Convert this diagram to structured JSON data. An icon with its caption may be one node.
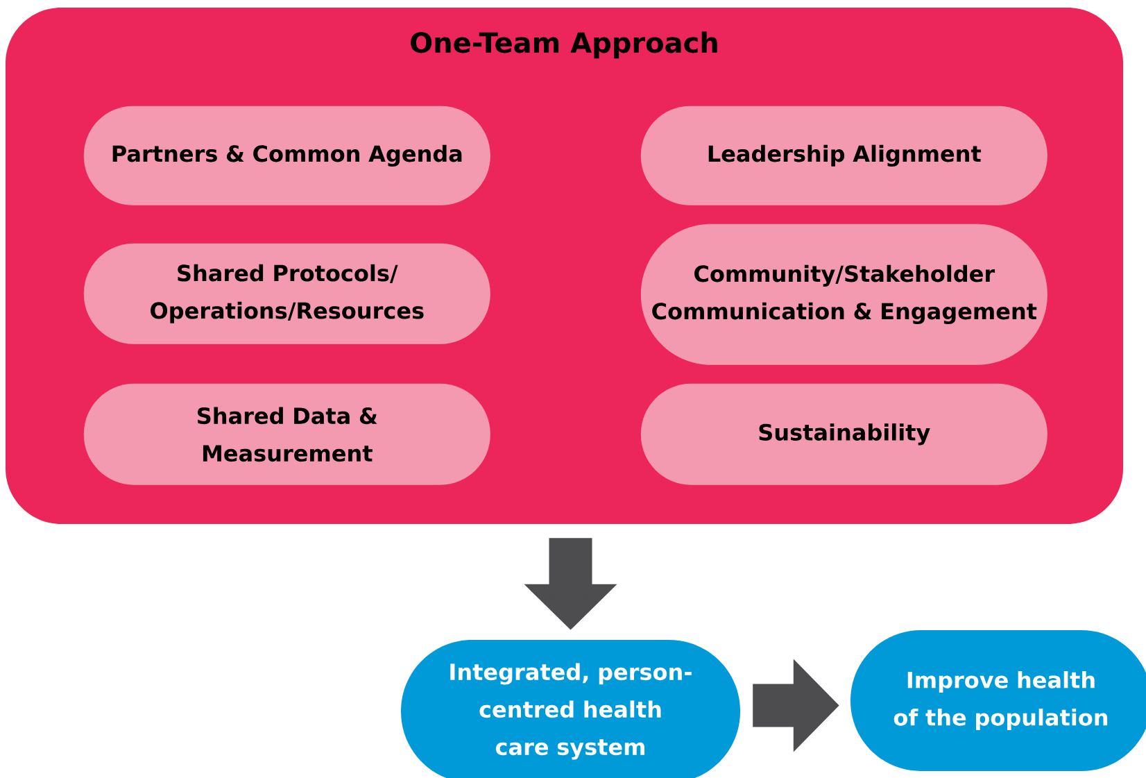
{
  "diagram": {
    "nodes": [
      {
        "text": [
          "One-Team Approach"
        ]
      },
      {
        "text": [
          "Partners & Common Agenda"
        ],
        "in": 0
      },
      {
        "text": [
          "Leadership Alignment"
        ],
        "in": 0
      },
      {
        "text": [
          "Shared Protocols/ Operations/Resources"
        ],
        "in": 0
      },
      {
        "text": [
          "Community/Stakeholder Communication & Engagement"
        ],
        "in": 0
      },
      {
        "text": [
          "Shared Data & Measurement"
        ],
        "in": 0
      },
      {
        "text": [
          "Sustainability"
        ],
        "in": 0
      },
      {
        "text": [
          "Integrated, person-centred health care system"
        ]
      },
      {
        "text": [
          "Improve health of the population"
        ]
      }
    ],
    "edges": [
      {
        "from": 0,
        "to": 7,
        "arrow": "to"
      },
      {
        "from": 7,
        "to": 8,
        "arrow": "to"
      }
    ]
  }
}
